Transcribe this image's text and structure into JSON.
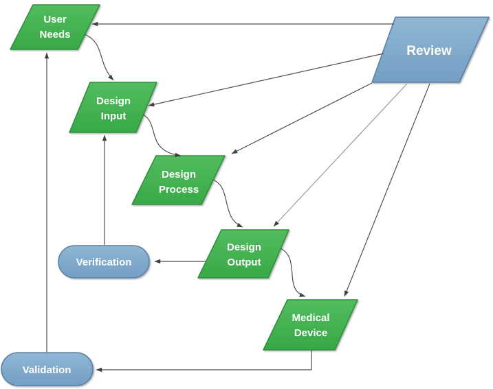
{
  "diagram": {
    "type": "flowchart",
    "background": "#FFFFFF",
    "colors": {
      "green_fill_top": "#53BC5F",
      "green_fill_bottom": "#38A847",
      "green_border": "#2E8F3E",
      "blue_fill_top": "#8FB6D4",
      "blue_fill_bottom": "#739FC4",
      "blue_border": "#5B7FA6",
      "connector": "#4D4D4D",
      "connector_light": "#9A9A9A",
      "arrowhead": "#3F3F3F",
      "label_text": "#FFFFFF"
    },
    "nodes": {
      "user_needs": {
        "label": "User Needs",
        "line1": "User",
        "line2": "Needs",
        "shape": "parallelogram",
        "color": "green"
      },
      "design_input": {
        "label": "Design Input",
        "line1": "Design",
        "line2": "Input",
        "shape": "parallelogram",
        "color": "green"
      },
      "design_process": {
        "label": "Design Process",
        "line1": "Design",
        "line2": "Process",
        "shape": "parallelogram",
        "color": "green"
      },
      "design_output": {
        "label": "Design Output",
        "line1": "Design",
        "line2": "Output",
        "shape": "parallelogram",
        "color": "green"
      },
      "medical_device": {
        "label": "Medical Device",
        "line1": "Medical",
        "line2": "Device",
        "shape": "parallelogram",
        "color": "green"
      },
      "review": {
        "label": "Review",
        "shape": "parallelogram",
        "color": "blue"
      },
      "verification": {
        "label": "Verification",
        "shape": "rounded-rectangle",
        "color": "blue"
      },
      "validation": {
        "label": "Validation",
        "shape": "rounded-rectangle",
        "color": "blue"
      }
    },
    "edges": [
      {
        "from": "Review",
        "to": "User Needs"
      },
      {
        "from": "Review",
        "to": "Design Input"
      },
      {
        "from": "Review",
        "to": "Design Process"
      },
      {
        "from": "Review",
        "to": "Design Output"
      },
      {
        "from": "Review",
        "to": "Medical Device"
      },
      {
        "from": "User Needs",
        "to": "Design Input"
      },
      {
        "from": "Design Input",
        "to": "Design Process"
      },
      {
        "from": "Design Process",
        "to": "Design Output"
      },
      {
        "from": "Design Output",
        "to": "Medical Device"
      },
      {
        "from": "Design Output",
        "to": "Verification"
      },
      {
        "from": "Verification",
        "to": "Design Input"
      },
      {
        "from": "Medical Device",
        "to": "Validation"
      },
      {
        "from": "Validation",
        "to": "User Needs"
      }
    ]
  }
}
